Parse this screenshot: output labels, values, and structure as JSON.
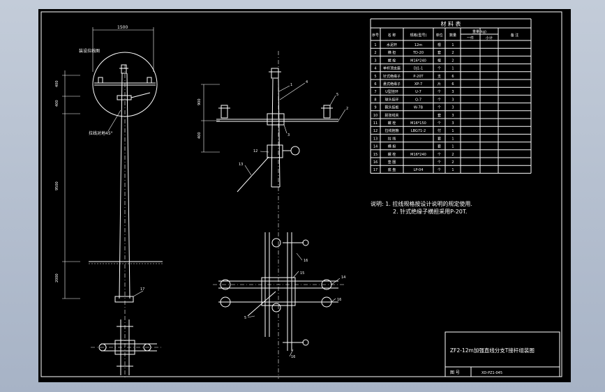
{
  "drawing": {
    "dim_top": "1500",
    "label_round": "装设拉线图",
    "label_stay": "拉线对地45°",
    "dim_left": [
      "400",
      "400",
      "9500",
      "2000"
    ],
    "dim_mid": [
      "900",
      "400"
    ],
    "callouts": [
      "1",
      "4",
      "5",
      "2",
      "3",
      "12",
      "13",
      "16",
      "15",
      "14",
      "16",
      "5",
      "16"
    ],
    "ground_label": "17"
  },
  "bom": {
    "title": "材 料 表",
    "headers": {
      "no": "序号",
      "name": "名 称",
      "spec": "规格(型号)",
      "unit": "单位",
      "qty": "数量",
      "weight": "重量(kg)",
      "weight_one": "一件",
      "weight_sum": "小计",
      "remark": "备 注"
    },
    "rows": [
      {
        "no": "1",
        "name": "水泥杆",
        "spec": "12m",
        "unit": "根",
        "qty": "1"
      },
      {
        "no": "2",
        "name": "横 担",
        "spec": "TD-20",
        "unit": "套",
        "qty": "2"
      },
      {
        "no": "3",
        "name": "螺 栓",
        "spec": "M16*240",
        "unit": "根",
        "qty": "2"
      },
      {
        "no": "4",
        "name": "单杆顶支座",
        "spec": "DJ1-1",
        "unit": "个",
        "qty": "1"
      },
      {
        "no": "5",
        "name": "针式绝缘子",
        "spec": "P-20T",
        "unit": "支",
        "qty": "6"
      },
      {
        "no": "6",
        "name": "悬式绝缘子",
        "spec": "XP-7",
        "unit": "片",
        "qty": "6"
      },
      {
        "no": "7",
        "name": "U型挂环",
        "spec": "U-7",
        "unit": "个",
        "qty": "3"
      },
      {
        "no": "8",
        "name": "球头挂环",
        "spec": "Q-7",
        "unit": "个",
        "qty": "3"
      },
      {
        "no": "9",
        "name": "碗头挂板",
        "spec": "W-7B",
        "unit": "个",
        "qty": "3"
      },
      {
        "no": "10",
        "name": "耐张线夹",
        "spec": "",
        "unit": "套",
        "qty": "3"
      },
      {
        "no": "11",
        "name": "螺 栓",
        "spec": "M16*150",
        "unit": "个",
        "qty": "3"
      },
      {
        "no": "12",
        "name": "拉线抱箍",
        "spec": "LBG71-2",
        "unit": "付",
        "qty": "1"
      },
      {
        "no": "13",
        "name": "拉 线",
        "spec": "",
        "unit": "套",
        "qty": "1"
      },
      {
        "no": "14",
        "name": "横 担",
        "spec": "",
        "unit": "套",
        "qty": "1"
      },
      {
        "no": "15",
        "name": "螺 栓",
        "spec": "M16*240",
        "unit": "个",
        "qty": "2"
      },
      {
        "no": "16",
        "name": "垫 圈",
        "spec": "",
        "unit": "个",
        "qty": "2"
      },
      {
        "no": "17",
        "name": "底 盘",
        "spec": "LP-04",
        "unit": "个",
        "qty": "1"
      }
    ]
  },
  "notes": {
    "line1": "说明: 1. 拉线规格按设计说明的规定使用.",
    "line2": "2. 针式绝缘子横担采用P-20T."
  },
  "titleblock": {
    "title": "ZF2-12m加强直线分支T接杆组装图",
    "label_no": "图 号",
    "drawing_no": "XD-PZ1-045"
  }
}
